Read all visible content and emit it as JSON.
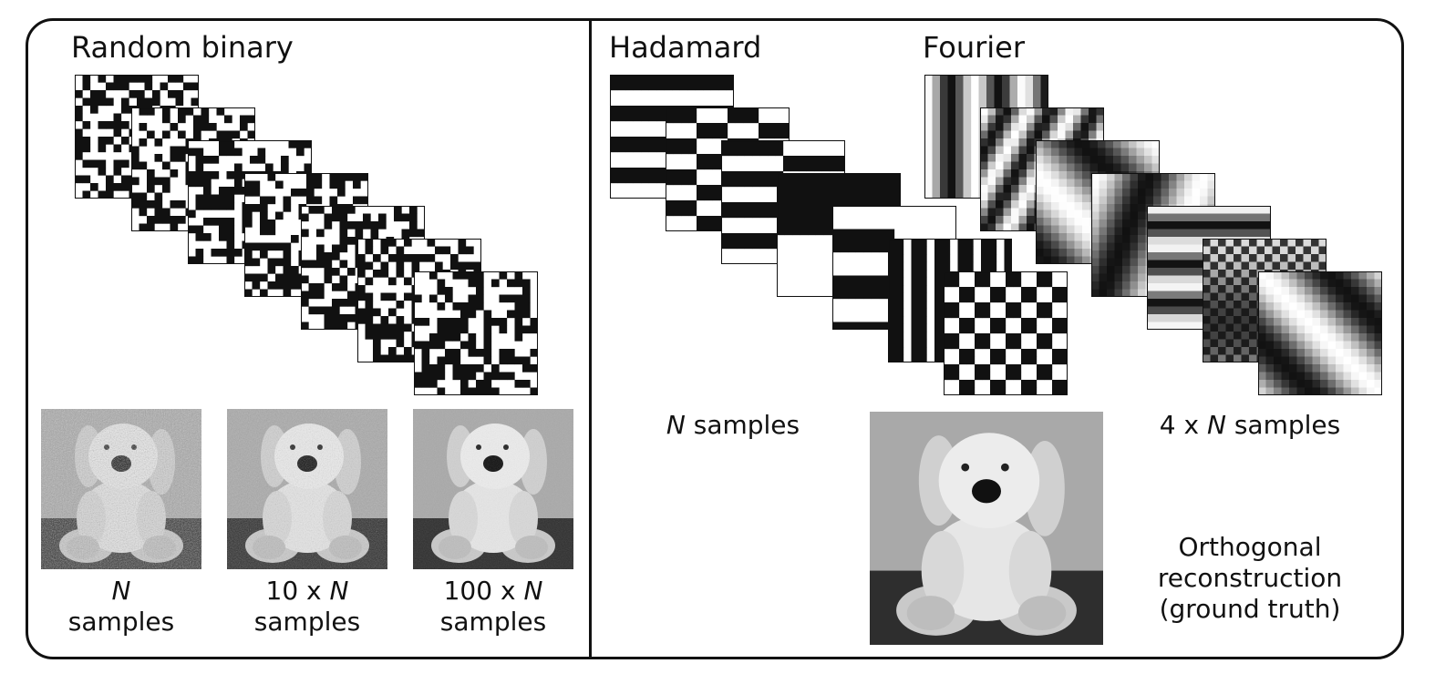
{
  "panels": {
    "left": {
      "title": "Random binary",
      "captions": [
        {
          "multiplier": "",
          "variable": "N",
          "unit": "samples"
        },
        {
          "multiplier": "10 x ",
          "variable": "N",
          "unit": "samples"
        },
        {
          "multiplier": "100 x ",
          "variable": "N",
          "unit": "samples"
        }
      ]
    },
    "right": {
      "hadamard_title": "Hadamard",
      "fourier_title": "Fourier",
      "hadamard_caption": {
        "variable": "N",
        "suffix": " samples"
      },
      "fourier_caption": {
        "prefix": "4 x ",
        "variable": "N",
        "suffix": " samples"
      },
      "ground_truth_caption": [
        "Orthogonal",
        "reconstruction",
        "(ground truth)"
      ]
    }
  },
  "colors": {
    "ink": "#111111",
    "background": "#ffffff"
  },
  "pattern_names": {
    "random": [
      "random-pattern-1",
      "random-pattern-2",
      "random-pattern-3",
      "random-pattern-4",
      "random-pattern-5",
      "random-pattern-6",
      "random-pattern-7"
    ],
    "hadamard": [
      "hadamard-pattern-1",
      "hadamard-pattern-2",
      "hadamard-pattern-3",
      "hadamard-pattern-4",
      "hadamard-pattern-5",
      "hadamard-pattern-6",
      "hadamard-pattern-7"
    ],
    "fourier": [
      "fourier-pattern-1",
      "fourier-pattern-2",
      "fourier-pattern-3",
      "fourier-pattern-4",
      "fourier-pattern-5",
      "fourier-pattern-6",
      "fourier-pattern-7"
    ]
  }
}
